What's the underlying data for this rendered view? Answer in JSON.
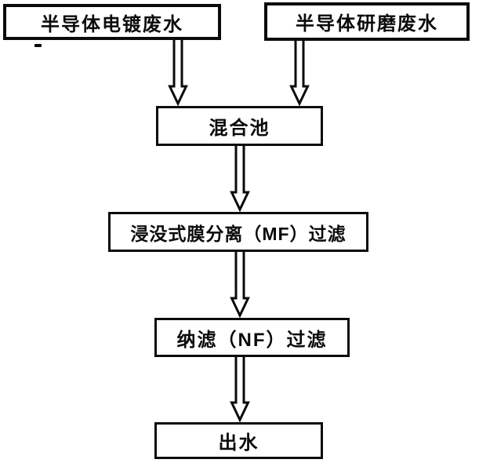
{
  "page": {
    "background_color": "#ffffff",
    "ink_color": "#0b0b0b",
    "description": "Process flow diagram for semiconductor wastewater treatment"
  },
  "flowchart": {
    "nodes": [
      {
        "id": "electroplating-wastewater",
        "label": "半导体电镀废水"
      },
      {
        "id": "grinding-wastewater",
        "label": "半导体研磨废水"
      },
      {
        "id": "mixing-tank",
        "label": "混合池"
      },
      {
        "id": "mf-filtration",
        "label": "浸没式膜分离（MF）过滤"
      },
      {
        "id": "nf-filtration",
        "label": "纳滤（NF）过滤"
      },
      {
        "id": "effluent",
        "label": "出水"
      }
    ],
    "edges": [
      {
        "from": "半导体电镀废水",
        "to": "混合池"
      },
      {
        "from": "半导体研磨废水",
        "to": "混合池"
      },
      {
        "from": "混合池",
        "to": "浸没式膜分离（MF）过滤"
      },
      {
        "from": "浸没式膜分离（MF）过滤",
        "to": "纳滤（NF）过滤"
      },
      {
        "from": "纳滤（NF）过滤",
        "to": "出水"
      }
    ],
    "arrow_style": "hollow-outline-double-line-down-arrow"
  }
}
